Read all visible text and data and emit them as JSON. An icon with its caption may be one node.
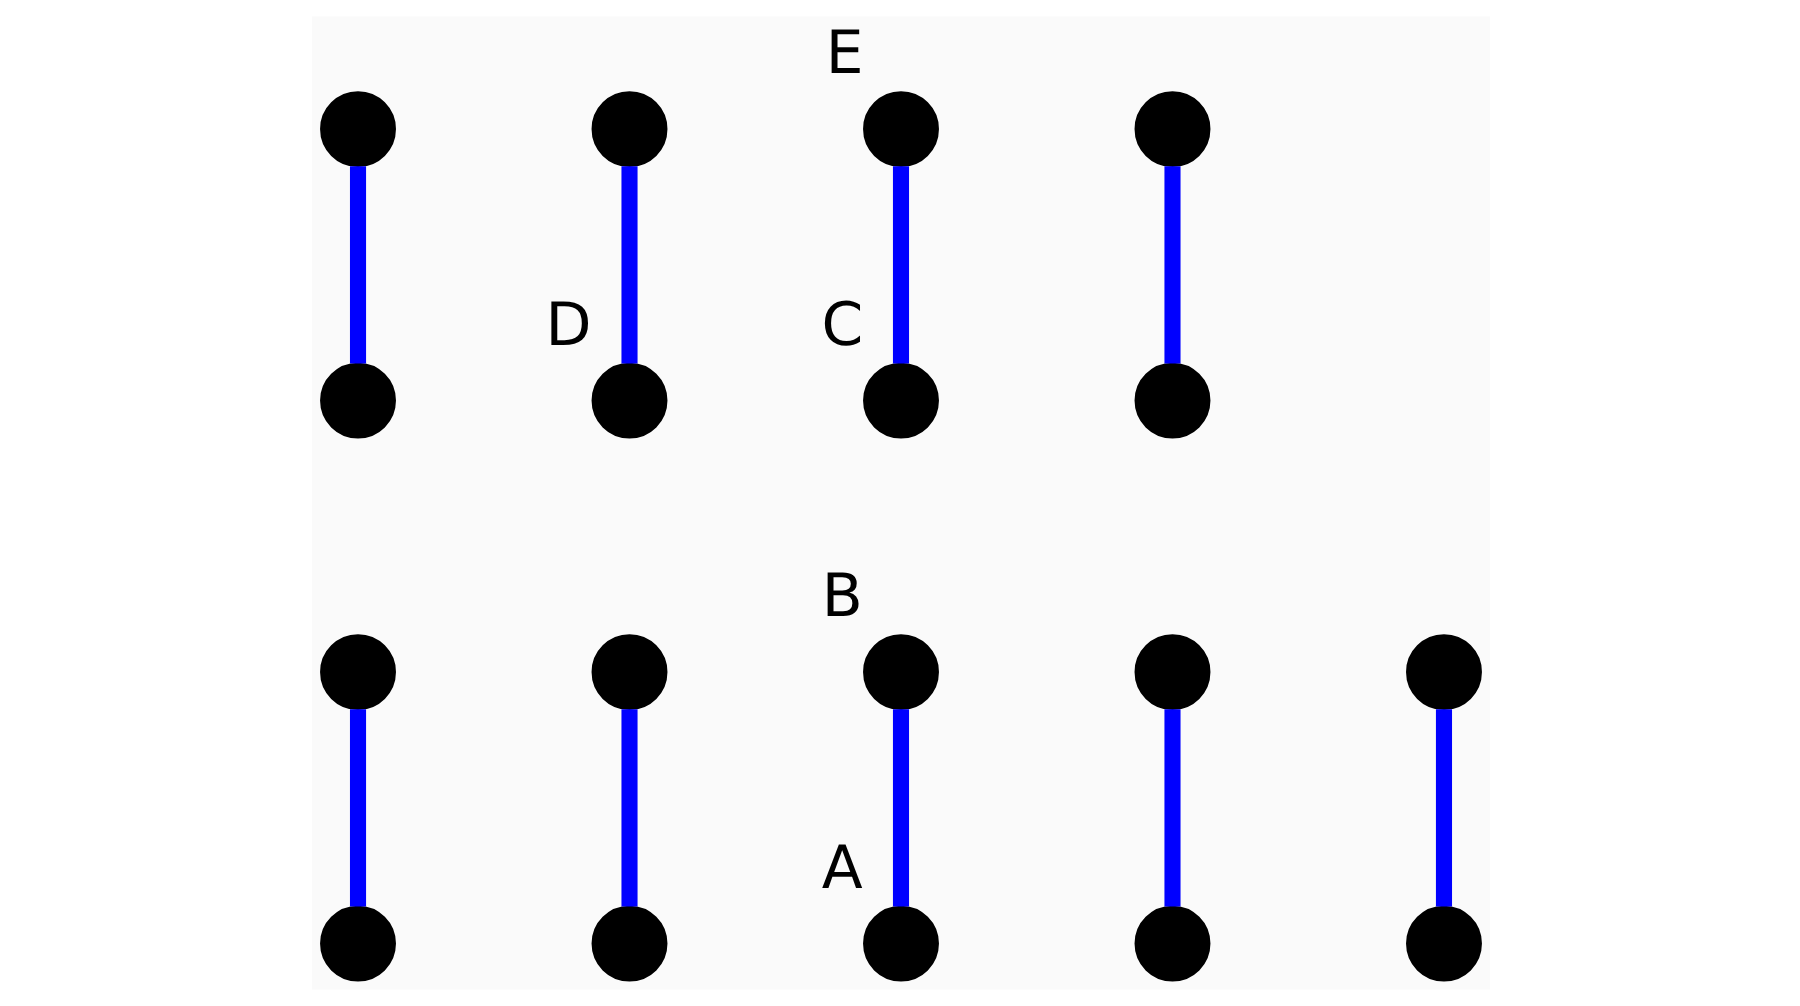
{
  "diagram": {
    "nodes": [
      {
        "text": [],
        "shape": "circle"
      },
      {
        "text": [],
        "shape": "circle"
      },
      {
        "text": [],
        "shape": "circle"
      },
      {
        "text": [],
        "shape": "circle",
        "beside": [
          "D"
        ]
      },
      {
        "text": [],
        "shape": "circle",
        "beside": [
          "E"
        ]
      },
      {
        "text": [],
        "shape": "circle",
        "beside": [
          "C"
        ]
      },
      {
        "text": [],
        "shape": "circle"
      },
      {
        "text": [],
        "shape": "circle"
      },
      {
        "text": [],
        "shape": "circle"
      },
      {
        "text": [],
        "shape": "circle"
      },
      {
        "text": [],
        "shape": "circle"
      },
      {
        "text": [],
        "shape": "circle"
      },
      {
        "text": [],
        "shape": "circle",
        "beside": [
          "B"
        ]
      },
      {
        "text": [],
        "shape": "circle",
        "beside": [
          "A"
        ]
      },
      {
        "text": [],
        "shape": "circle"
      },
      {
        "text": [],
        "shape": "circle"
      },
      {
        "text": [],
        "shape": "circle"
      },
      {
        "text": [],
        "shape": "circle"
      }
    ],
    "edges": [
      {
        "from": 0,
        "to": 1,
        "arrow": "none"
      },
      {
        "from": 2,
        "to": 3,
        "arrow": "none"
      },
      {
        "from": 4,
        "to": 5,
        "arrow": "none"
      },
      {
        "from": 6,
        "to": 7,
        "arrow": "none"
      },
      {
        "from": 8,
        "to": 9,
        "arrow": "none"
      },
      {
        "from": 10,
        "to": 11,
        "arrow": "none"
      },
      {
        "from": 12,
        "to": 13,
        "arrow": "none"
      },
      {
        "from": 14,
        "to": 15,
        "arrow": "none"
      },
      {
        "from": 16,
        "to": 17,
        "arrow": "none"
      }
    ]
  }
}
